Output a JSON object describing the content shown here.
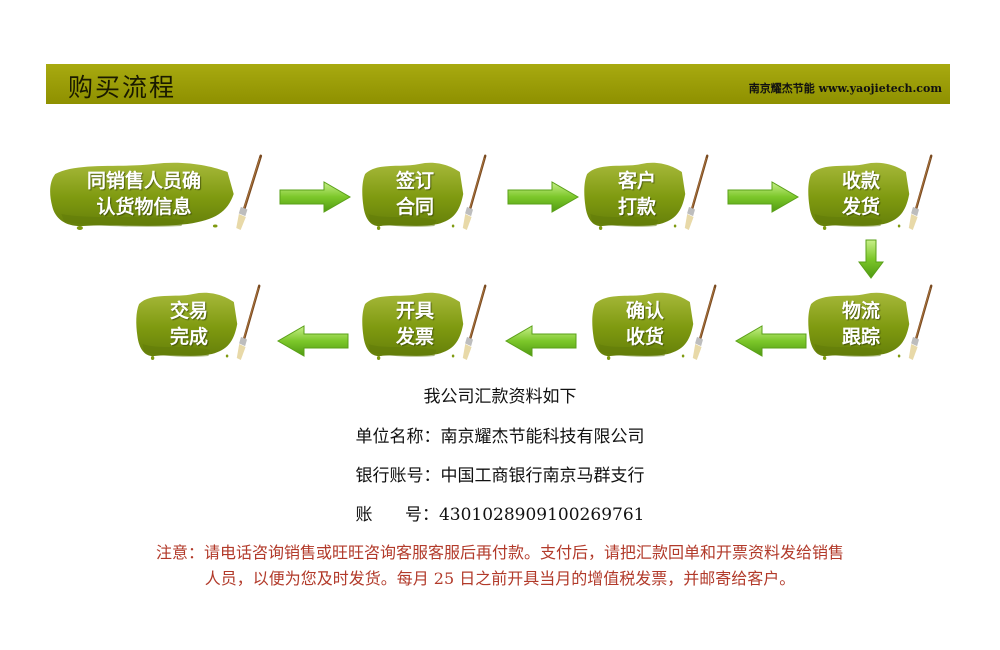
{
  "header": {
    "title": "购买流程",
    "site": "南京耀杰节能 www.yaojietech.com"
  },
  "steps": [
    {
      "label": "同销售人员确\n认货物信息"
    },
    {
      "label": "签订\n合同"
    },
    {
      "label": "客户\n打款"
    },
    {
      "label": "收款\n发货"
    },
    {
      "label": "物流\n跟踪"
    },
    {
      "label": "确认\n收货"
    },
    {
      "label": "开具\n发票"
    },
    {
      "label": "交易\n完成"
    }
  ],
  "colors": {
    "header_bar": "#9a9c08",
    "brush": "#7f9a10",
    "arrow": "#7cc72a",
    "note_text": "#b23a2a"
  },
  "payment": {
    "heading": "我公司汇款资料如下",
    "unit": "单位名称：南京耀杰节能科技有限公司",
    "bank": "银行账号：中国工商银行南京马群支行",
    "account": "账      号：4301028909100269761"
  },
  "note": {
    "line1": "注意：请电话咨询销售或旺旺咨询客服客服后再付款。支付后，请把汇款回单和开票资料发给销售",
    "line2": "人员，以便为您及时发货。每月 25 日之前开具当月的增值税发票，并邮寄给客户。"
  }
}
